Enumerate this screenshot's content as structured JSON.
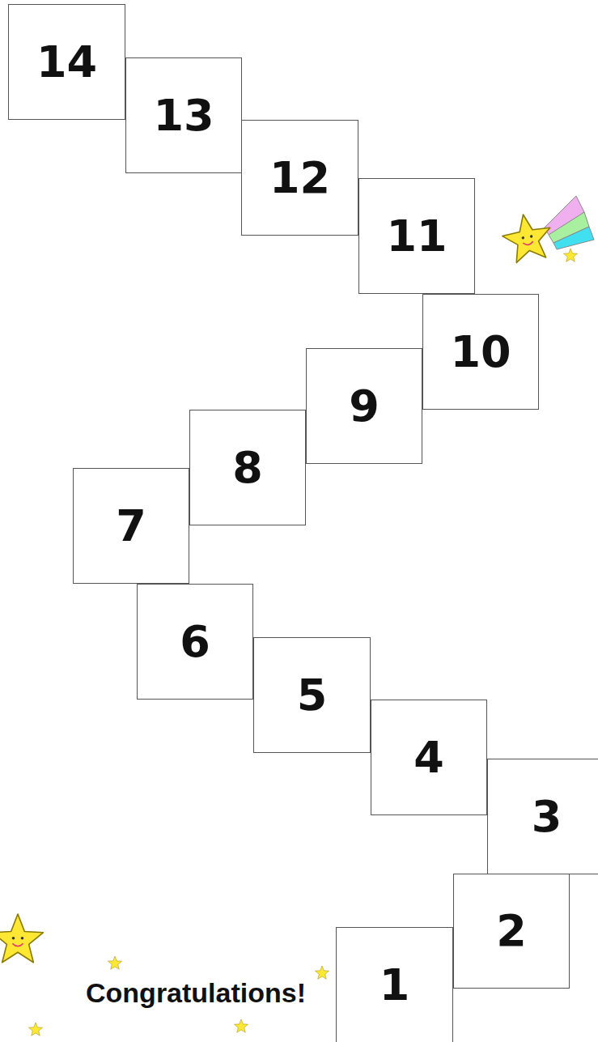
{
  "diagram": {
    "nodes": [
      {
        "text": [
          "14"
        ]
      },
      {
        "text": [
          "13"
        ]
      },
      {
        "text": [
          "12"
        ]
      },
      {
        "text": [
          "11"
        ]
      },
      {
        "text": [
          "10"
        ]
      },
      {
        "text": [
          "9"
        ]
      },
      {
        "text": [
          "8"
        ]
      },
      {
        "text": [
          "7"
        ]
      },
      {
        "text": [
          "6"
        ]
      },
      {
        "text": [
          "5"
        ]
      },
      {
        "text": [
          "4"
        ]
      },
      {
        "text": [
          "3"
        ]
      },
      {
        "text": [
          "2"
        ]
      },
      {
        "text": [
          "1"
        ]
      }
    ],
    "labels": [
      "Congratulations!"
    ]
  }
}
